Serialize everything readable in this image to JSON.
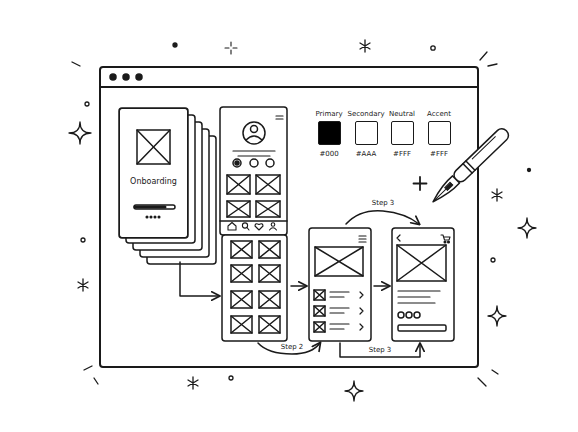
{
  "diagram": {
    "nodes": [
      {
        "text": [
          "Onboarding"
        ]
      }
    ],
    "labels": [
      "Step 3",
      "Step 2",
      "Step 3",
      "#000",
      "#AAA",
      "#FFF",
      "#FFF"
    ],
    "legend": [
      {
        "text": "Primary",
        "color": "#000000"
      },
      {
        "text": "Secondary",
        "color": "#ffffff"
      },
      {
        "text": "Neutral",
        "color": "#ffffff"
      },
      {
        "text": "Accent",
        "color": "#ffffff"
      }
    ]
  }
}
